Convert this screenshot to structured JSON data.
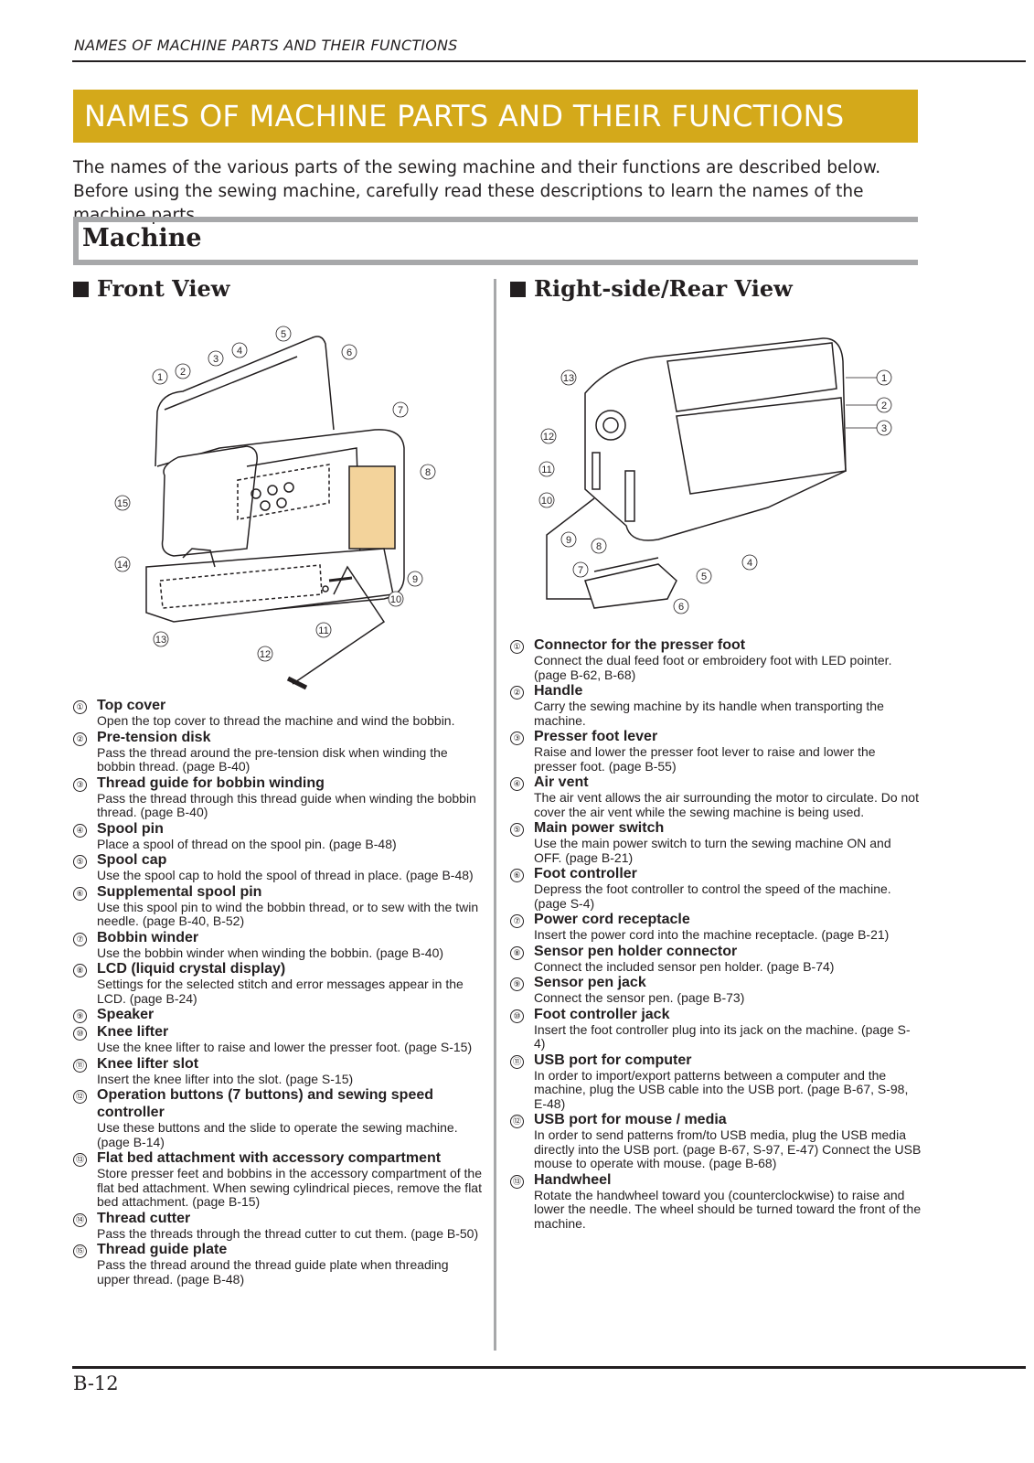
{
  "running_head": "NAMES OF MACHINE PARTS AND THEIR FUNCTIONS",
  "title": "NAMES OF MACHINE PARTS AND THEIR FUNCTIONS",
  "intro": "The names of the various parts of the sewing machine and their functions are described below. Before using the sewing machine, carefully read these descriptions to learn the names of the machine parts.",
  "section_title": "Machine",
  "colors": {
    "title_bar": "#d4a91a",
    "section_rule": "#a7a8aa",
    "lcd_fill": "#f3d39b",
    "text": "#231f20"
  },
  "front_view": {
    "heading": "Front View",
    "parts": [
      {
        "num": "①",
        "name": "Top cover",
        "desc": "Open the top cover to thread the machine and wind the bobbin."
      },
      {
        "num": "②",
        "name": "Pre-tension disk",
        "desc": "Pass the thread around the pre-tension disk when winding the bobbin thread. (page B-40)"
      },
      {
        "num": "③",
        "name": "Thread guide for bobbin winding",
        "desc": "Pass the thread through this thread guide when winding the bobbin thread. (page B-40)"
      },
      {
        "num": "④",
        "name": "Spool pin",
        "desc": "Place a spool of thread on the spool pin. (page B-48)"
      },
      {
        "num": "⑤",
        "name": "Spool cap",
        "desc": "Use the spool cap to hold the spool of thread in place. (page B-48)"
      },
      {
        "num": "⑥",
        "name": "Supplemental spool pin",
        "desc": "Use this spool pin to wind the bobbin thread, or to sew with the twin needle. (page B-40, B-52)"
      },
      {
        "num": "⑦",
        "name": "Bobbin winder",
        "desc": "Use the bobbin winder when winding the bobbin. (page B-40)"
      },
      {
        "num": "⑧",
        "name": "LCD (liquid crystal display)",
        "desc": "Settings for the selected stitch and error messages appear in the LCD. (page B-24)"
      },
      {
        "num": "⑨",
        "name": "Speaker",
        "desc": ""
      },
      {
        "num": "⑩",
        "name": "Knee lifter",
        "desc": "Use the knee lifter to raise and lower the presser foot. (page S-15)"
      },
      {
        "num": "⑪",
        "name": "Knee lifter slot",
        "desc": "Insert the knee lifter into the slot. (page S-15)"
      },
      {
        "num": "⑫",
        "name": "Operation buttons (7 buttons) and sewing speed controller",
        "desc": "Use these buttons and the slide to operate the sewing machine. (page B-14)"
      },
      {
        "num": "⑬",
        "name": "Flat bed attachment with accessory compartment",
        "desc": "Store presser feet and bobbins in the accessory compartment of the flat bed attachment. When sewing cylindrical pieces, remove the flat bed attachment. (page B-15)"
      },
      {
        "num": "⑭",
        "name": "Thread cutter",
        "desc": "Pass the threads through the thread cutter to cut them. (page B-50)"
      },
      {
        "num": "⑮",
        "name": "Thread guide plate",
        "desc": "Pass the thread around the thread guide plate when threading upper thread. (page B-48)"
      }
    ]
  },
  "rear_view": {
    "heading": "Right-side/Rear View",
    "parts": [
      {
        "num": "①",
        "name": "Connector for the presser foot",
        "desc": "Connect the dual feed foot or embroidery foot with LED pointer. (page B-62, B-68)"
      },
      {
        "num": "②",
        "name": "Handle",
        "desc": "Carry the sewing machine by its handle when transporting the machine."
      },
      {
        "num": "③",
        "name": "Presser foot lever",
        "desc": "Raise and lower the presser foot lever to raise and lower the presser foot. (page B-55)"
      },
      {
        "num": "④",
        "name": "Air vent",
        "desc": "The air vent allows the air surrounding the motor to circulate. Do not cover the air vent while the sewing machine is being used."
      },
      {
        "num": "⑤",
        "name": "Main power switch",
        "desc": "Use the main power switch to turn the sewing machine ON and OFF. (page B-21)"
      },
      {
        "num": "⑥",
        "name": "Foot controller",
        "desc": "Depress the foot controller to control the speed of the machine. (page S-4)"
      },
      {
        "num": "⑦",
        "name": "Power cord receptacle",
        "desc": "Insert the power cord into the machine receptacle. (page B-21)"
      },
      {
        "num": "⑧",
        "name": "Sensor pen holder connector",
        "desc": "Connect the included sensor pen holder. (page B-74)"
      },
      {
        "num": "⑨",
        "name": "Sensor pen jack",
        "desc": "Connect the sensor pen. (page B-73)"
      },
      {
        "num": "⑩",
        "name": "Foot controller jack",
        "desc": "Insert the foot controller plug into its jack on the machine. (page S-4)"
      },
      {
        "num": "⑪",
        "name": "USB port for computer",
        "desc": "In order to import/export patterns between a computer and the machine, plug the USB cable into the USB port. (page B-67, S-98, E-48)"
      },
      {
        "num": "⑫",
        "name": "USB port for mouse / media",
        "desc": "In order to send patterns from/to USB media, plug the USB media directly into the USB port. (page B-67, S-97, E-47) Connect the USB mouse to operate with mouse. (page B-68)"
      },
      {
        "num": "⑬",
        "name": "Handwheel",
        "desc": "Rotate the handwheel toward you (counterclockwise) to raise and lower the needle. The wheel should be turned toward the front of the machine."
      }
    ]
  },
  "page_number": "B-12"
}
